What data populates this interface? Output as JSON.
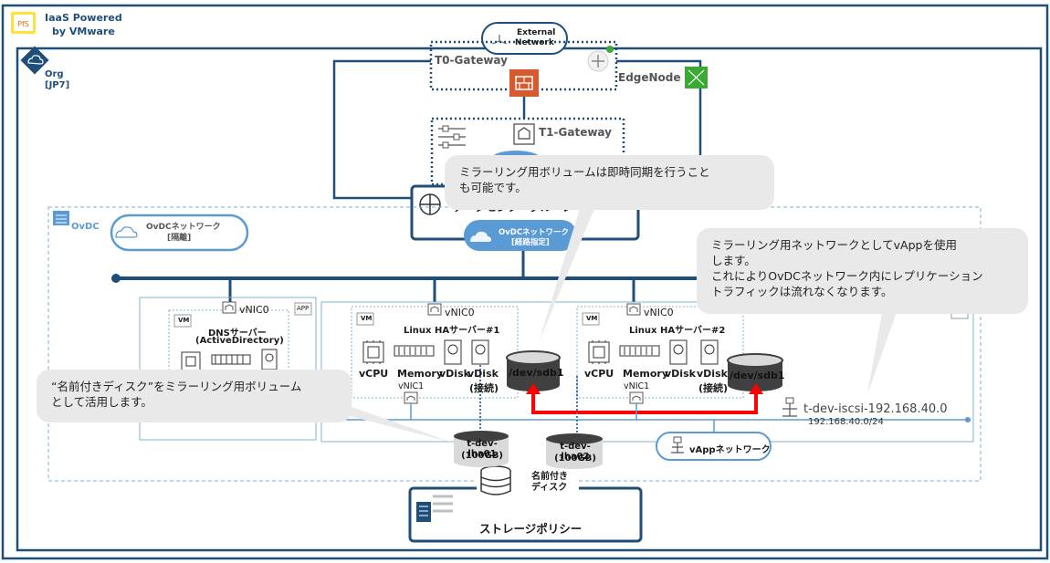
{
  "header": {
    "logo_text": "PfS",
    "brand_line1": "IaaS Powered",
    "brand_line2": "by VMware"
  },
  "org": {
    "title": "Org",
    "region": "[JP7]"
  },
  "external_network": {
    "line1": "External",
    "line2": "Network"
  },
  "gateways": {
    "t0": "T0-Gateway",
    "t1": "T1-Gateway",
    "edge_node": "EdgeNode",
    "datacenter_group": "データセンターグループ"
  },
  "ovdc": {
    "title": "OvDC",
    "isolated_network": {
      "line1": "OvDCネットワーク",
      "line2": "[隔離]"
    },
    "routed_network": {
      "line1": "OvDCネットワーク",
      "line2": "[経路指定]"
    }
  },
  "vapps": {
    "app_badge": "APP",
    "vm_badge": "VM",
    "dns_server": {
      "nic": "vNIC0",
      "line1": "DNSサーバー",
      "line2": "(ActiveDirectory)"
    },
    "ha1": {
      "nic": "vNIC0",
      "title": "Linux HAサーバー#1",
      "cpu": "vCPU",
      "memory": "Memory",
      "disk": "vDisk",
      "disk2_line1": "vDisk",
      "disk2_line2": "(接続)",
      "nic1": "vNIC1",
      "device": "/dev/sdb1"
    },
    "ha2": {
      "nic": "vNIC0",
      "title": "Linux HAサーバー#2",
      "cpu": "vCPU",
      "memory": "Memory",
      "disk": "vDisk",
      "disk2_line1": "vDisk",
      "disk2_line2": "(接続)",
      "nic1": "vNIC1",
      "device": "/dev/sdb1"
    },
    "iscsi_network": {
      "name": "t-dev-iscsi-192.168.40.0",
      "cidr": "192.168.40.0/24"
    },
    "vapp_network": "vAppネットワーク"
  },
  "named_disks": {
    "disk1": {
      "name": "t-dev-lha01",
      "size": "(100GB)"
    },
    "disk2": {
      "name": "t-dev-lha02",
      "size": "(100GB)"
    },
    "caption_line1": "名前付き",
    "caption_line2": "ディスク"
  },
  "storage_policy": "ストレージポリシー",
  "callouts": {
    "mirror_volume_sync": {
      "line1": "ミラーリング用ボリュームは即時同期を行うこと",
      "line2": "も可能です。"
    },
    "mirror_network": {
      "line1": "ミラーリング用ネットワークとしてvAppを使用",
      "line2": "します。",
      "line3": "これによりOvDCネットワーク内にレプリケーション",
      "line4": "トラフィックは流れなくなります。"
    },
    "named_disk_usage": {
      "line1": "“名前付きディスク”をミラーリング用ボリューム",
      "line2": "として活用します。"
    }
  },
  "colors": {
    "frame": "#1f4e79",
    "ovdc_border": "#7fb3d5",
    "accent_blue": "#5b9bd5",
    "mirror_red": "#ff0000",
    "firewall": "#d65a2f",
    "callout_bg": "#e9e9e9",
    "edge_green": "#3aaa35"
  }
}
